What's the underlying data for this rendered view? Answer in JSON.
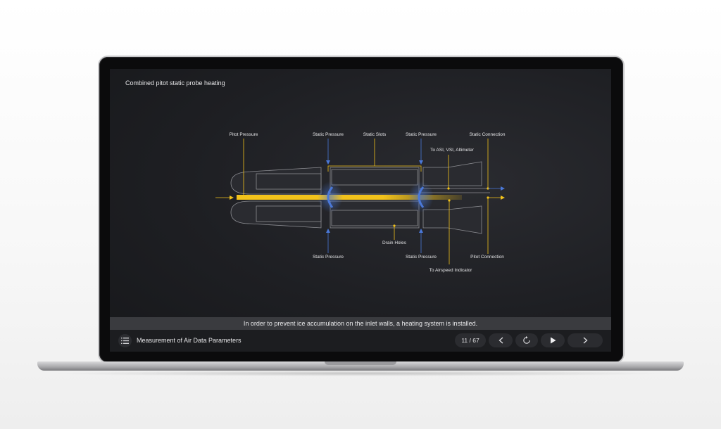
{
  "slide": {
    "title": "Combined pitot static probe heating"
  },
  "diagram": {
    "labels": {
      "pitot_pressure": "Pitot Pressure",
      "static_pressure_top_left": "Static Pressure",
      "static_slots": "Static Slots",
      "static_pressure_top_right": "Static Pressure",
      "static_connection": "Static Connection",
      "to_asi": "To ASI, VSI, Altimeter",
      "static_pressure_bottom_left": "Static Pressure",
      "drain_holes": "Drain Holes",
      "static_pressure_bottom_right": "Static Pressure",
      "pitot_connection": "Pitot Connection",
      "to_airspeed": "To Airspeed Indicator"
    },
    "colors": {
      "yellow": "#f2c21b",
      "blue": "#4a78d8",
      "outline": "#8c8d92"
    }
  },
  "subtitle": "In order to prevent ice accumulation on the inlet walls, a heating system is installed.",
  "controls": {
    "menu_icon": "list-icon",
    "course_title": "Measurement of Air Data Parameters",
    "page_current": "11",
    "page_total": "67",
    "page_label": "11 / 67"
  }
}
